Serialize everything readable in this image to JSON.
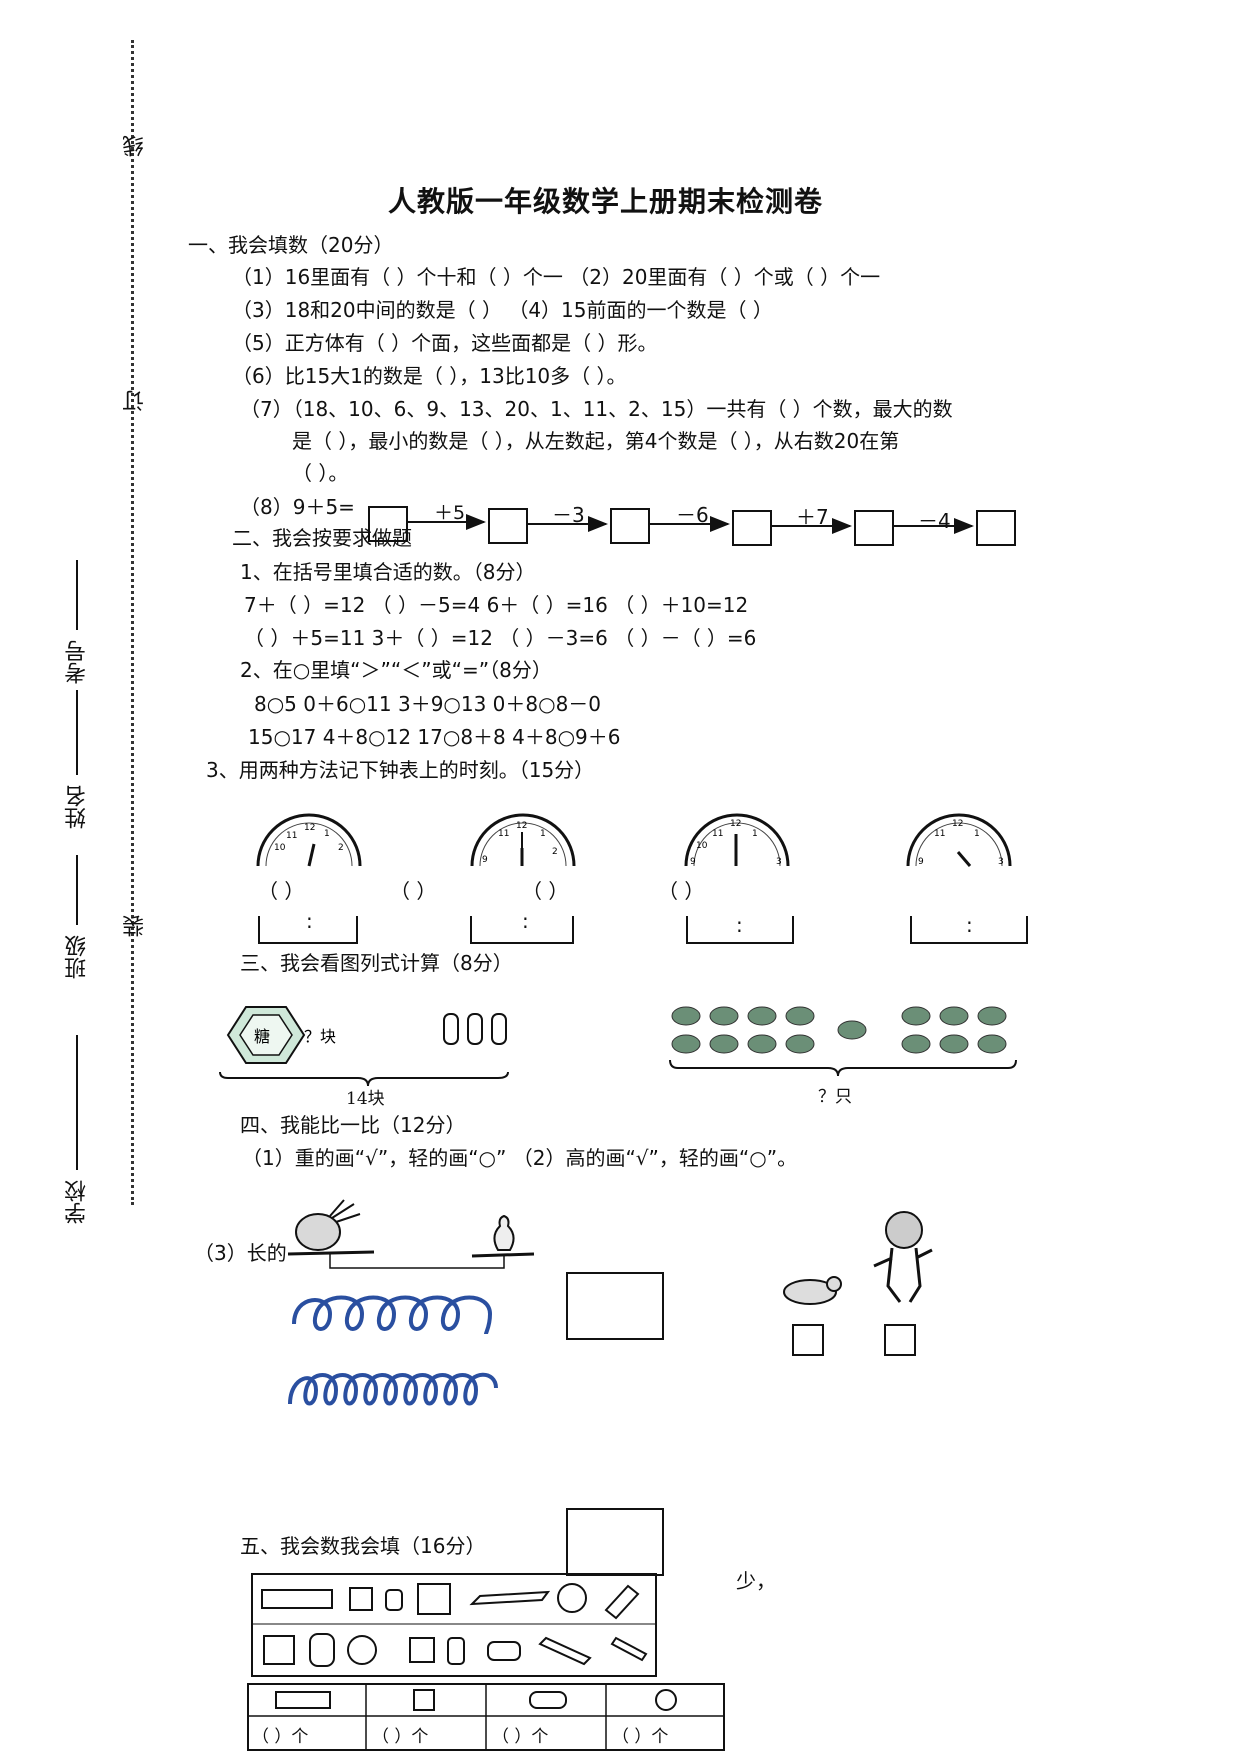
{
  "margin": {
    "line": "线",
    "bind": "订",
    "staple": "装",
    "exam_no": "考号",
    "name": "姓名",
    "class": "班级",
    "school": "学校"
  },
  "title": "人教版一年级数学上册期末检测卷",
  "s1": {
    "heading": "一、我会填数（20分）",
    "q1": "（1）16里面有（  ）个十和（  ）个一  （2）20里面有（  ）个或（  ）个一",
    "q3": "（3）18和20中间的数是（    ）     （4）15前面的一个数是（    ）",
    "q5": "（5）正方体有（    ）个面，这些面都是（    ）形。",
    "q6": "（6）比15大1的数是（    ），13比10多（    ）。",
    "q7a": "（7）（18、10、6、9、13、20、1、11、2、15）一共有（    ）个数，最大的数",
    "q7b": "是（    ），最小的数是（    ），从左数起，第4个数是（    ），从右数20在第",
    "q7c": "（    ）。",
    "q8": "（8）9＋5=",
    "chain_ops": [
      "＋5",
      "－3",
      "－6",
      "＋7",
      "－4"
    ]
  },
  "s2": {
    "heading": "二、我会按要求做题",
    "p1": "1、在括号里填合适的数。（8分）",
    "p1r1": "7＋（   ）=12   （   ）－5=4     6＋（   ）=16   （   ）＋10=12",
    "p1r2": "（   ）＋5=11   3＋（   ）=12   （   ）－3=6    （   ）－（   ）=6",
    "p2": "2、在○里填“＞”“＜”或“=”（8分）",
    "p2r1": "8○5       0＋6○11      3＋9○13      0＋8○8－0",
    "p2r2": "15○17     4＋8○12      17○8＋8     4＋8○9＋6",
    "p3": "3、用两种方法记下钟表上的时刻。（15分）",
    "clock_paren": "（    ）",
    "clock_colon": ":",
    "clock_nums": [
      "12",
      "11",
      "1",
      "10",
      "2",
      "9",
      "3"
    ]
  },
  "s3": {
    "heading": "三、我会看图列式计算（8分）",
    "candy": "糖",
    "q_blocks": "？块",
    "total": "14块",
    "q_only": "？只"
  },
  "s4": {
    "heading": "四、我能比一比（12分）",
    "q12": "（1）重的画“√”，轻的画“○”    （2）高的画“√”，轻的画“○”。",
    "q3": "（3）长的"
  },
  "s5": {
    "heading": "五、我会数我会填（16分）",
    "tail": "少，",
    "unit": "（         ）个"
  }
}
